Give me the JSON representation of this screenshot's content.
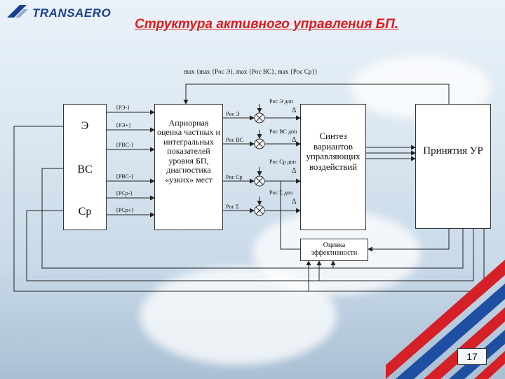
{
  "header": {
    "logo_text": "TRANSAERO",
    "title": "Структура активного управления БП."
  },
  "colors": {
    "title": "#e01b1b",
    "logo": "#1d3f8f",
    "stripe_red": "#d62027",
    "stripe_blue": "#1f4fa3"
  },
  "diagram": {
    "top_formula": "max {max {Pос Э}, max {Pос ВС}, max {Pос Ср}}",
    "left_block": {
      "e": "Э",
      "vs": "ВС",
      "sr": "Ср"
    },
    "inputs": [
      "{PЭ-}",
      "{PЭ+}",
      "{PВС-}",
      "{PВС-}",
      "{PСр-}",
      "{PСр+}"
    ],
    "apriori_block": "Априорная оценка частных и интегральных показателей уровня БП, диагностика «узких» мест",
    "mid_labels": [
      "Pос Э",
      "Pос ВС",
      "Pос Ср",
      "Pос Σ"
    ],
    "admissible_labels": [
      "Pос Э доп",
      "Pос ВС доп",
      "Pос Ср доп",
      "Pос Σ доп"
    ],
    "delta_labels": [
      "Δ",
      "Δ",
      "Δ",
      "Δ"
    ],
    "synthesis_block": "Синтез вариантов управляющих воздействий",
    "decision_block": "Принятия УР",
    "efficiency_block": "Оценка эффективности"
  },
  "footer": {
    "page_number": "17"
  }
}
